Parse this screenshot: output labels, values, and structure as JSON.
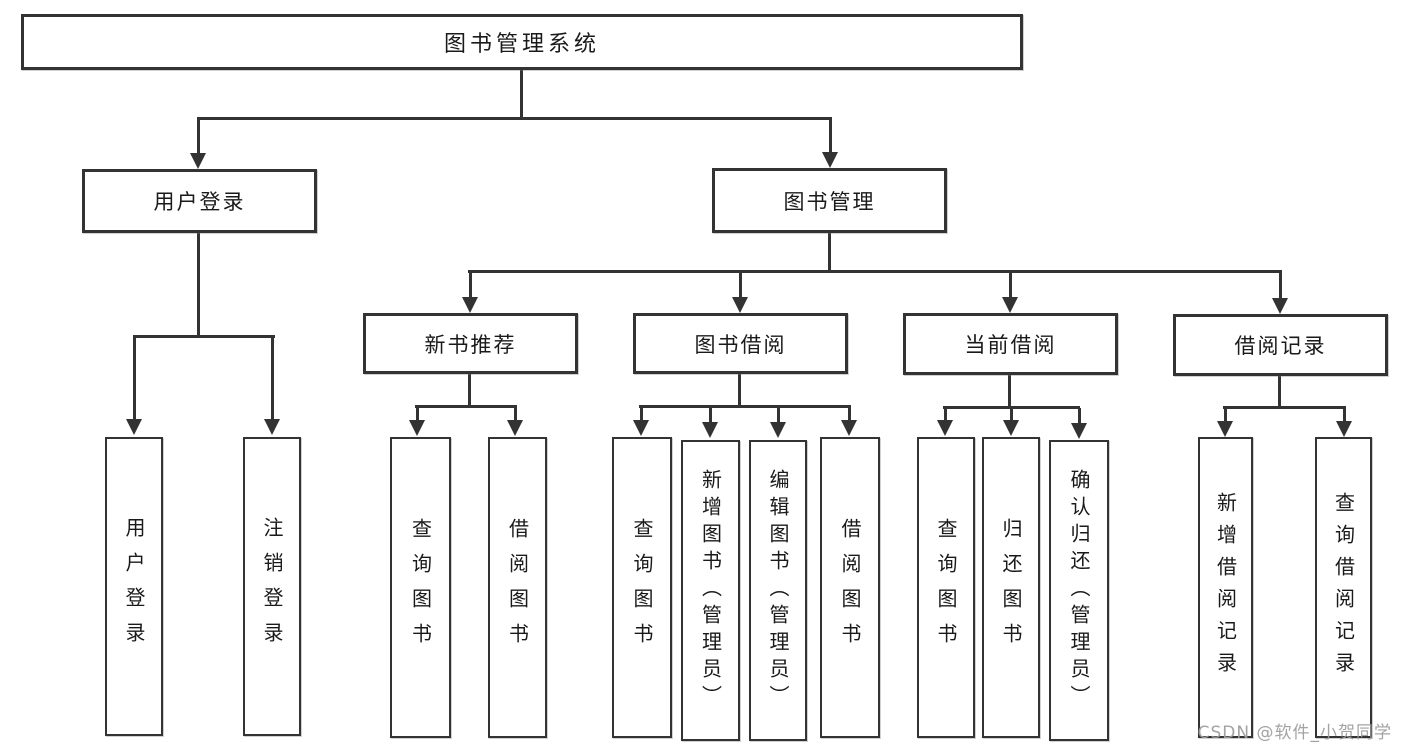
{
  "colors": {
    "line": "#333333",
    "box_border": "#333333",
    "text": "#1a1a1a",
    "background": "#ffffff",
    "watermark": "#9e9e9e"
  },
  "root": {
    "label": "图书管理系统"
  },
  "level2": [
    {
      "id": "user-login",
      "label": "用户登录"
    },
    {
      "id": "book-management",
      "label": "图书管理"
    }
  ],
  "level3": [
    {
      "id": "new-book-recommend",
      "label": "新书推荐",
      "parent": "图书管理"
    },
    {
      "id": "book-borrow",
      "label": "图书借阅",
      "parent": "图书管理"
    },
    {
      "id": "current-borrow",
      "label": "当前借阅",
      "parent": "图书管理"
    },
    {
      "id": "borrow-records",
      "label": "借阅记录",
      "parent": "图书管理"
    }
  ],
  "leaves": [
    {
      "id": "user-login-leaf",
      "label": "用户登录",
      "parent": "用户登录"
    },
    {
      "id": "logout-leaf",
      "label": "注销登录",
      "parent": "用户登录"
    },
    {
      "id": "nb-query-books",
      "label": "查询图书",
      "parent": "新书推荐"
    },
    {
      "id": "nb-borrow-books",
      "label": "借阅图书",
      "parent": "新书推荐"
    },
    {
      "id": "bb-query-books",
      "label": "查询图书",
      "parent": "图书借阅"
    },
    {
      "id": "bb-add-books-admin",
      "label": "新增图书（管理员）",
      "parent": "图书借阅"
    },
    {
      "id": "bb-edit-books-admin",
      "label": "编辑图书（管理员）",
      "parent": "图书借阅"
    },
    {
      "id": "bb-borrow-books",
      "label": "借阅图书",
      "parent": "图书借阅"
    },
    {
      "id": "cb-query-books",
      "label": "查询图书",
      "parent": "当前借阅"
    },
    {
      "id": "cb-return-books",
      "label": "归还图书",
      "parent": "当前借阅"
    },
    {
      "id": "cb-confirm-return-admin",
      "label": "确认归还（管理员）",
      "parent": "当前借阅"
    },
    {
      "id": "br-add-record",
      "label": "新增借阅记录",
      "parent": "借阅记录"
    },
    {
      "id": "br-query-record",
      "label": "查询借阅记录",
      "parent": "借阅记录"
    }
  ],
  "watermark": {
    "text": "CSDN @软件_小贺同学"
  }
}
